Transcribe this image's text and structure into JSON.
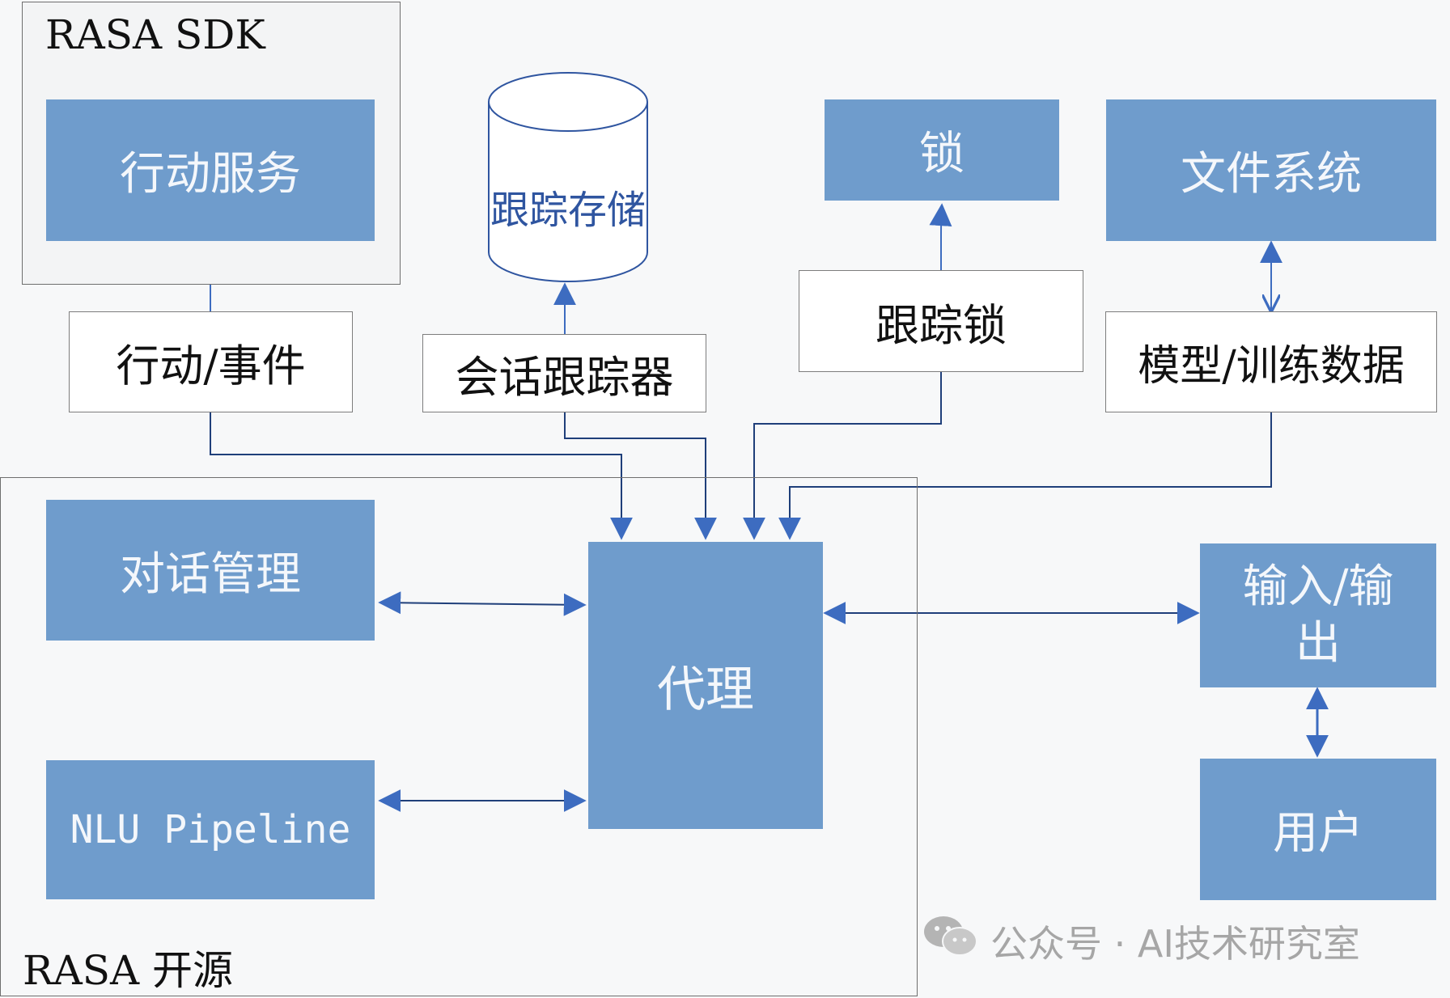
{
  "containers": {
    "sdk_label": "RASA SDK",
    "open_source_label": "RASA 开源"
  },
  "nodes": {
    "action_server": "行动服务",
    "tracker_store": "跟踪存储",
    "lock": "锁",
    "file_system": "文件系统",
    "action_event": "行动/事件",
    "conversation_tracker": "会话跟踪器",
    "tracker_lock": "跟踪锁",
    "model_training_data": "模型/训练数据",
    "dialogue_management": "对话管理",
    "nlu_pipeline": "NLU Pipeline",
    "agent": "代理",
    "input_output": "输入/输出",
    "user": "用户"
  },
  "watermark": {
    "text": "公众号 · AI技术研究室",
    "icon": "wechat-icon"
  },
  "colors": {
    "box_blue": "#6f9ccc",
    "arrow_blue": "#3d6cc0",
    "line_dark": "#1f3f7a"
  }
}
